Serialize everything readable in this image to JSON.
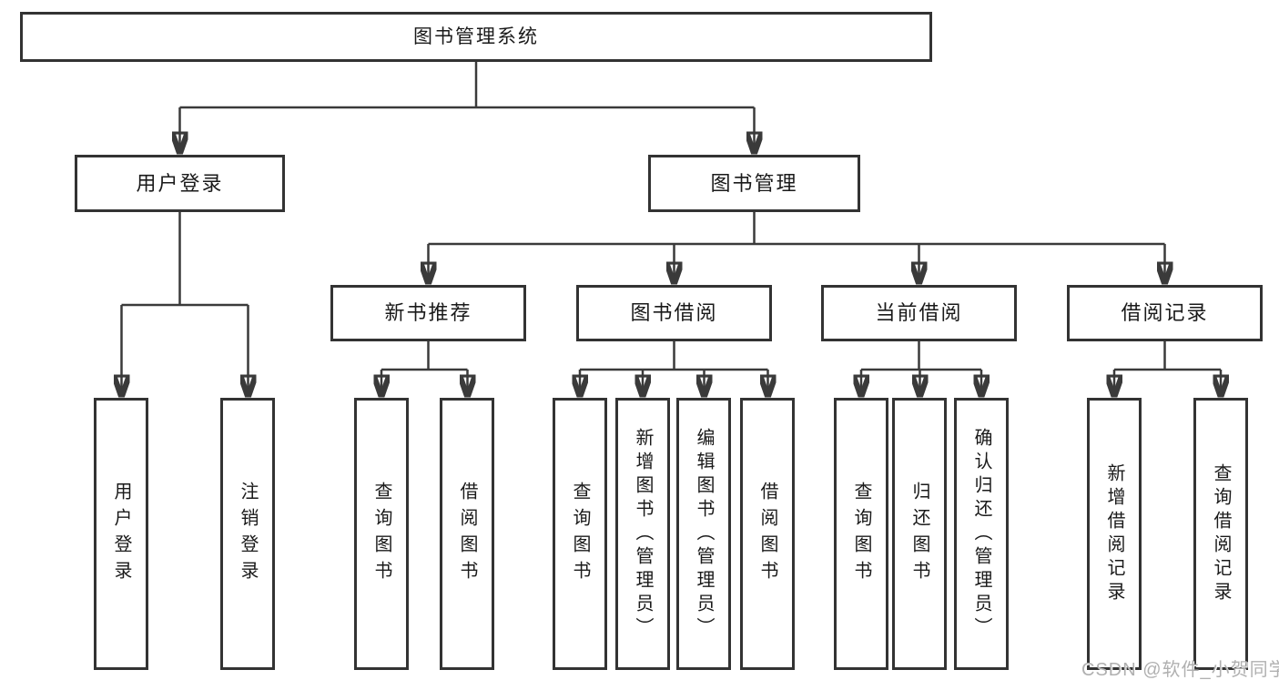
{
  "watermark": "CSDN @软件_小贺同学",
  "colors": {
    "line": "#3a3a3a",
    "border": "#333333",
    "text": "#1a1a1a",
    "watermark_text": "#b0b0b0",
    "background": "#ffffff"
  },
  "tree": {
    "root": "图书管理系统",
    "user_login": {
      "label": "用户登录",
      "children": [
        "用户登录",
        "注销登录"
      ]
    },
    "book_mgmt": {
      "label": "图书管理"
    },
    "sections": [
      {
        "label": "新书推荐",
        "children": [
          "查询图书",
          "借阅图书"
        ]
      },
      {
        "label": "图书借阅",
        "children": [
          "查询图书",
          "新增图书（管理员）",
          "编辑图书（管理员）",
          "借阅图书"
        ]
      },
      {
        "label": "当前借阅",
        "children": [
          "查询图书",
          "归还图书",
          "确认归还（管理员）"
        ]
      },
      {
        "label": "借阅记录",
        "children": [
          "新增借阅记录",
          "查询借阅记录"
        ]
      }
    ]
  }
}
